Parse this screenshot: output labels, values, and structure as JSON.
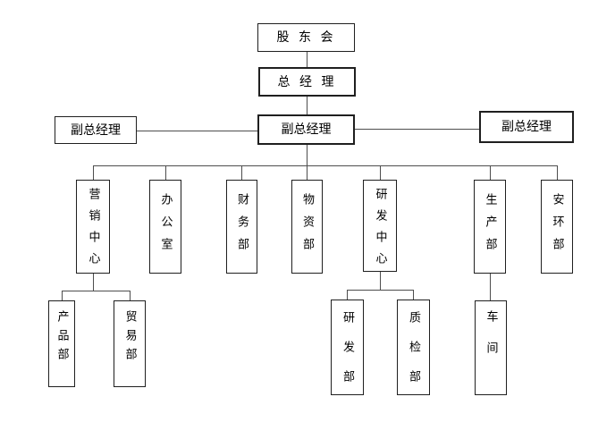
{
  "diagram": {
    "type": "org-chart",
    "background_color": "#ffffff",
    "box_border_color": "#1f1f1f",
    "connector_color": "#4d4d4d",
    "nodes": {
      "shareholders": {
        "label": "股 东 会"
      },
      "gm": {
        "label": "总 经 理"
      },
      "dgm_left": {
        "label": "副总经理"
      },
      "dgm_center": {
        "label": "副总经理"
      },
      "dgm_right": {
        "label": "副总经理"
      },
      "marketing": {
        "label": "营销中心"
      },
      "office": {
        "label": "办公室"
      },
      "finance": {
        "label": "财务部"
      },
      "materials": {
        "label": "物资部"
      },
      "rnd_center": {
        "label": "研发中心"
      },
      "production": {
        "label": "生产部"
      },
      "safety_env": {
        "label": "安环部"
      },
      "product": {
        "label": "产品部"
      },
      "trade": {
        "label": "贸易部"
      },
      "rnd": {
        "label": "研发部"
      },
      "quality": {
        "label": "质检部"
      },
      "workshop": {
        "label": "车间"
      }
    },
    "edges": [
      {
        "from": "shareholders",
        "to": "gm"
      },
      {
        "from": "gm",
        "to": "dgm_center"
      },
      {
        "from": "dgm_center",
        "to": "dgm_left"
      },
      {
        "from": "dgm_center",
        "to": "dgm_right"
      },
      {
        "from": "dgm_center",
        "to": "marketing"
      },
      {
        "from": "dgm_center",
        "to": "office"
      },
      {
        "from": "dgm_center",
        "to": "finance"
      },
      {
        "from": "dgm_center",
        "to": "materials"
      },
      {
        "from": "dgm_center",
        "to": "rnd_center"
      },
      {
        "from": "dgm_center",
        "to": "production"
      },
      {
        "from": "dgm_center",
        "to": "safety_env"
      },
      {
        "from": "marketing",
        "to": "product"
      },
      {
        "from": "marketing",
        "to": "trade"
      },
      {
        "from": "rnd_center",
        "to": "rnd"
      },
      {
        "from": "rnd_center",
        "to": "quality"
      },
      {
        "from": "production",
        "to": "workshop"
      }
    ]
  }
}
